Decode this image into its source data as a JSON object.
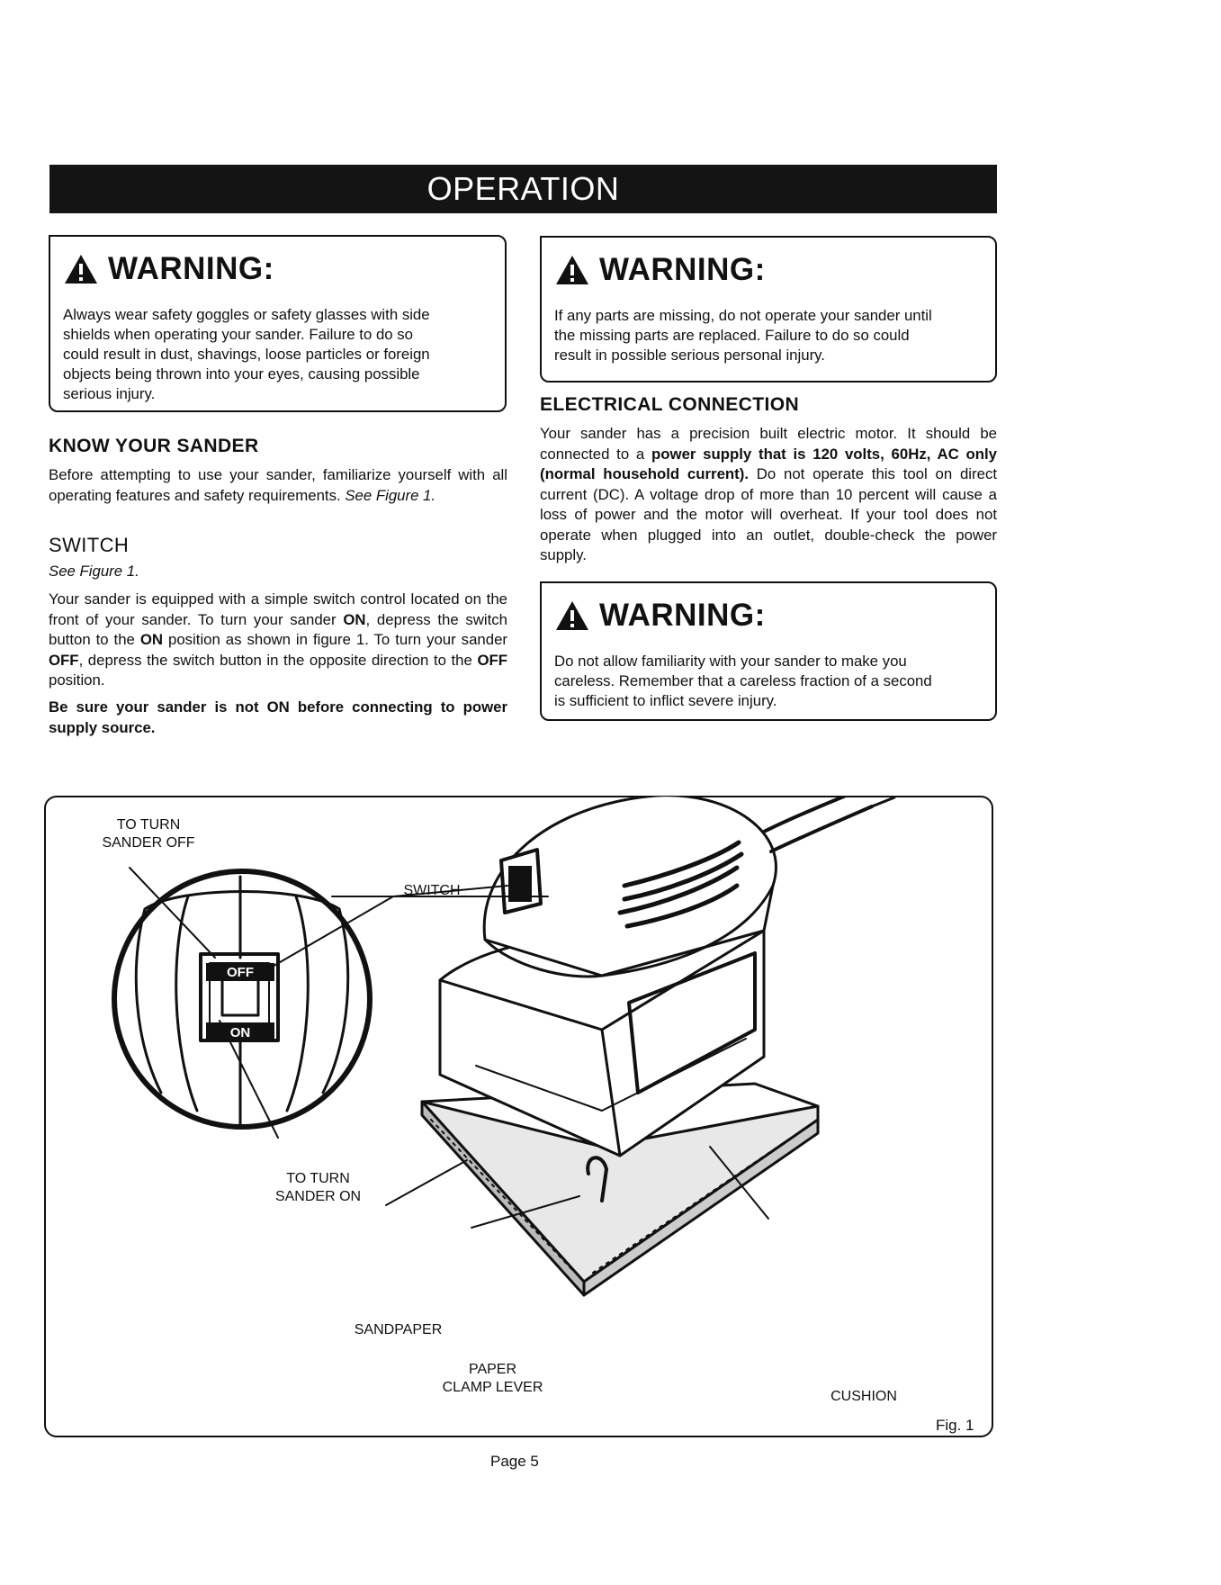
{
  "banner": {
    "title": "OPERATION"
  },
  "warning_safety": {
    "title": "WARNING:",
    "lines": [
      "Always wear safety goggles or safety glasses with side",
      "shields when operating your sander. Failure to do so",
      "could result in dust, shavings, loose particles or foreign",
      "objects being thrown into your eyes, causing possible",
      "serious injury."
    ]
  },
  "warning_parts": {
    "title": "WARNING:",
    "lines": [
      "If any parts are missing, do not operate your sander until",
      "the missing parts are replaced. Failure to do so could",
      "result in possible serious personal injury."
    ]
  },
  "warning_familiarity": {
    "title": "WARNING:",
    "lines": [
      "Do not allow familiarity with your sander to make you",
      "careless. Remember that a careless fraction of a second",
      "is sufficient to inflict severe injury."
    ]
  },
  "know": {
    "heading": "KNOW YOUR SANDER",
    "text": "Before attempting to use your sander, familiarize yourself with all operating features and safety requirements.",
    "see": "See Figure 1."
  },
  "switch": {
    "heading": "SWITCH",
    "see": "See Figure 1.",
    "p1": "Your sander is equipped with a simple switch control located on the front of your sander. To turn your sander",
    "on_word": "ON",
    "p2": ", depress the switch button to the",
    "p3": "position as shown in figure 1. To turn your sander",
    "off_word": "OFF",
    "p4": ", depress the switch button in the opposite direction to the",
    "p5": "position.",
    "bold_note": "Be sure your sander is not ON before connecting to power supply source."
  },
  "electrical": {
    "heading": "ELECTRICAL CONNECTION",
    "p1": "Your sander has a precision built electric motor. It should be connected to a",
    "bold": "power supply that is 120 volts, 60Hz, AC only (normal household current).",
    "p2": "Do not operate this tool on direct current (DC). A voltage drop of more than 10 percent will cause a loss of power and the motor will overheat. If your tool does not operate when plugged into an outlet, double-check the power supply."
  },
  "figure": {
    "callout_off_1": "TO TURN",
    "callout_off_2": "SANDER OFF",
    "callout_switch": "SWITCH",
    "callout_on_1": "TO TURN",
    "callout_on_2": "SANDER ON",
    "callout_sandpaper": "SANDPAPER",
    "callout_clamp_1": "PAPER",
    "callout_clamp_2": "CLAMP LEVER",
    "callout_cushion": "CUSHION",
    "switch_top": "OFF",
    "switch_bottom": "ON",
    "label": "Fig. 1"
  },
  "footer": {
    "page": "Page 5"
  }
}
